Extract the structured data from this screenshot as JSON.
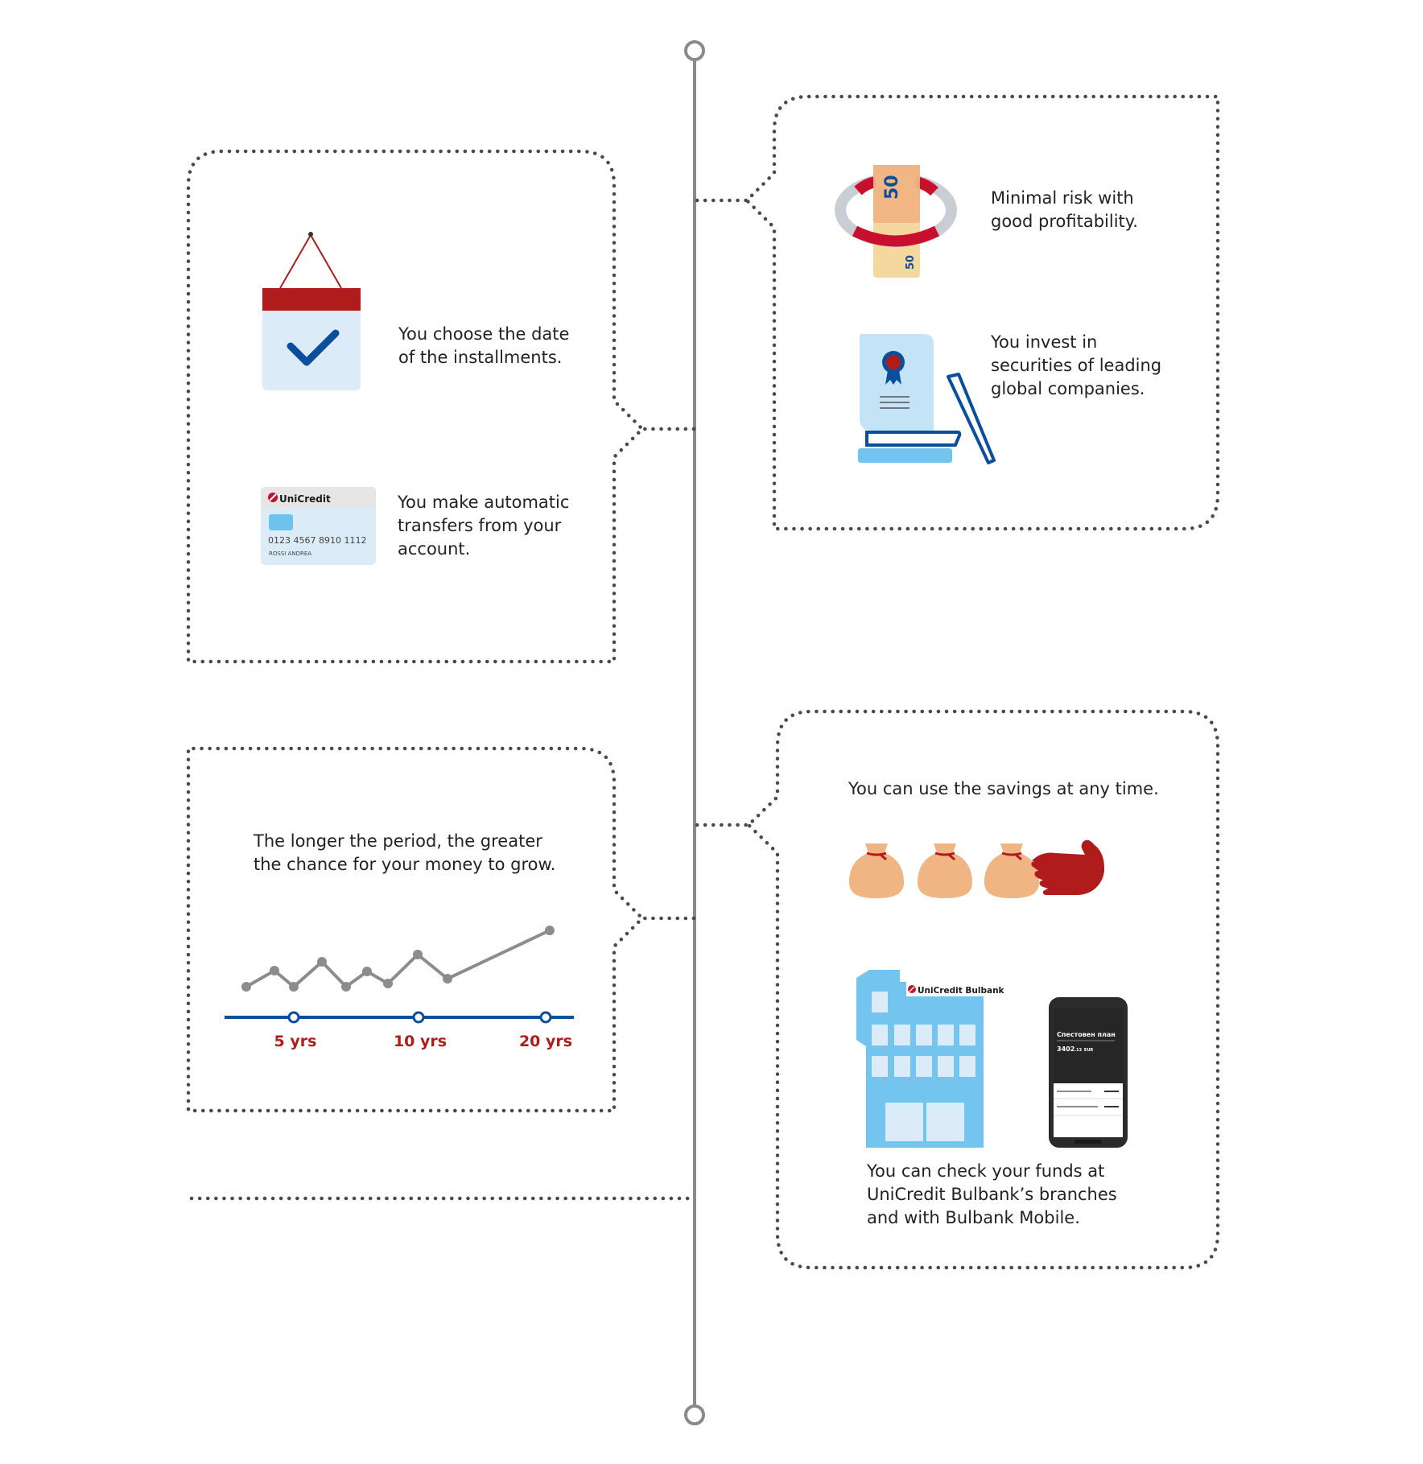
{
  "colors": {
    "dots": "#4a4a4a",
    "timeline": "#8a8a8a",
    "brand_red": "#b01c1c",
    "brand_blue": "#0b4f9c",
    "light_blue": "#dcebf8",
    "sky_blue": "#74c4f0",
    "peach": "#f1b483"
  },
  "icons": {
    "calendar": "calendar-check-icon",
    "card": "bank-card-icon",
    "lifebuoy": "lifebuoy-banknote-icon",
    "certificate": "certificate-icon",
    "money_bags": "money-bags-hand-icon",
    "building": "bank-building-icon",
    "phone": "mobile-phone-icon",
    "growth_chart": "growth-line-chart-icon"
  },
  "box1": {
    "item1_lines": [
      "You choose the date",
      "of the installments."
    ],
    "item2_lines": [
      "You make automatic",
      "transfers from your",
      "account."
    ],
    "card": {
      "brand": "UniCredit",
      "number": "0123 4567 8910 1112",
      "holder": "ROSSI ANDREA"
    }
  },
  "box2": {
    "item1_lines": [
      "Minimal risk with",
      "good profitability."
    ],
    "item2_lines": [
      "You invest in",
      "securities of leading",
      "global companies."
    ],
    "banknote_value": "50"
  },
  "box3": {
    "lines": [
      "The longer the period, the greater",
      "the chance for your money to grow."
    ],
    "periods": [
      "5 yrs",
      "10 yrs",
      "20 yrs"
    ]
  },
  "box4": {
    "top_text": "You can use the savings at any time.",
    "building_label": "UniCredit Bulbank",
    "phone": {
      "title": "Спестовен план",
      "amount": "3402",
      "amount_decimals": ".13",
      "currency": "EUR"
    },
    "bottom_lines": [
      "You can check your funds at",
      "UniCredit Bulbank’s branches",
      "and with Bulbank Mobile."
    ]
  }
}
